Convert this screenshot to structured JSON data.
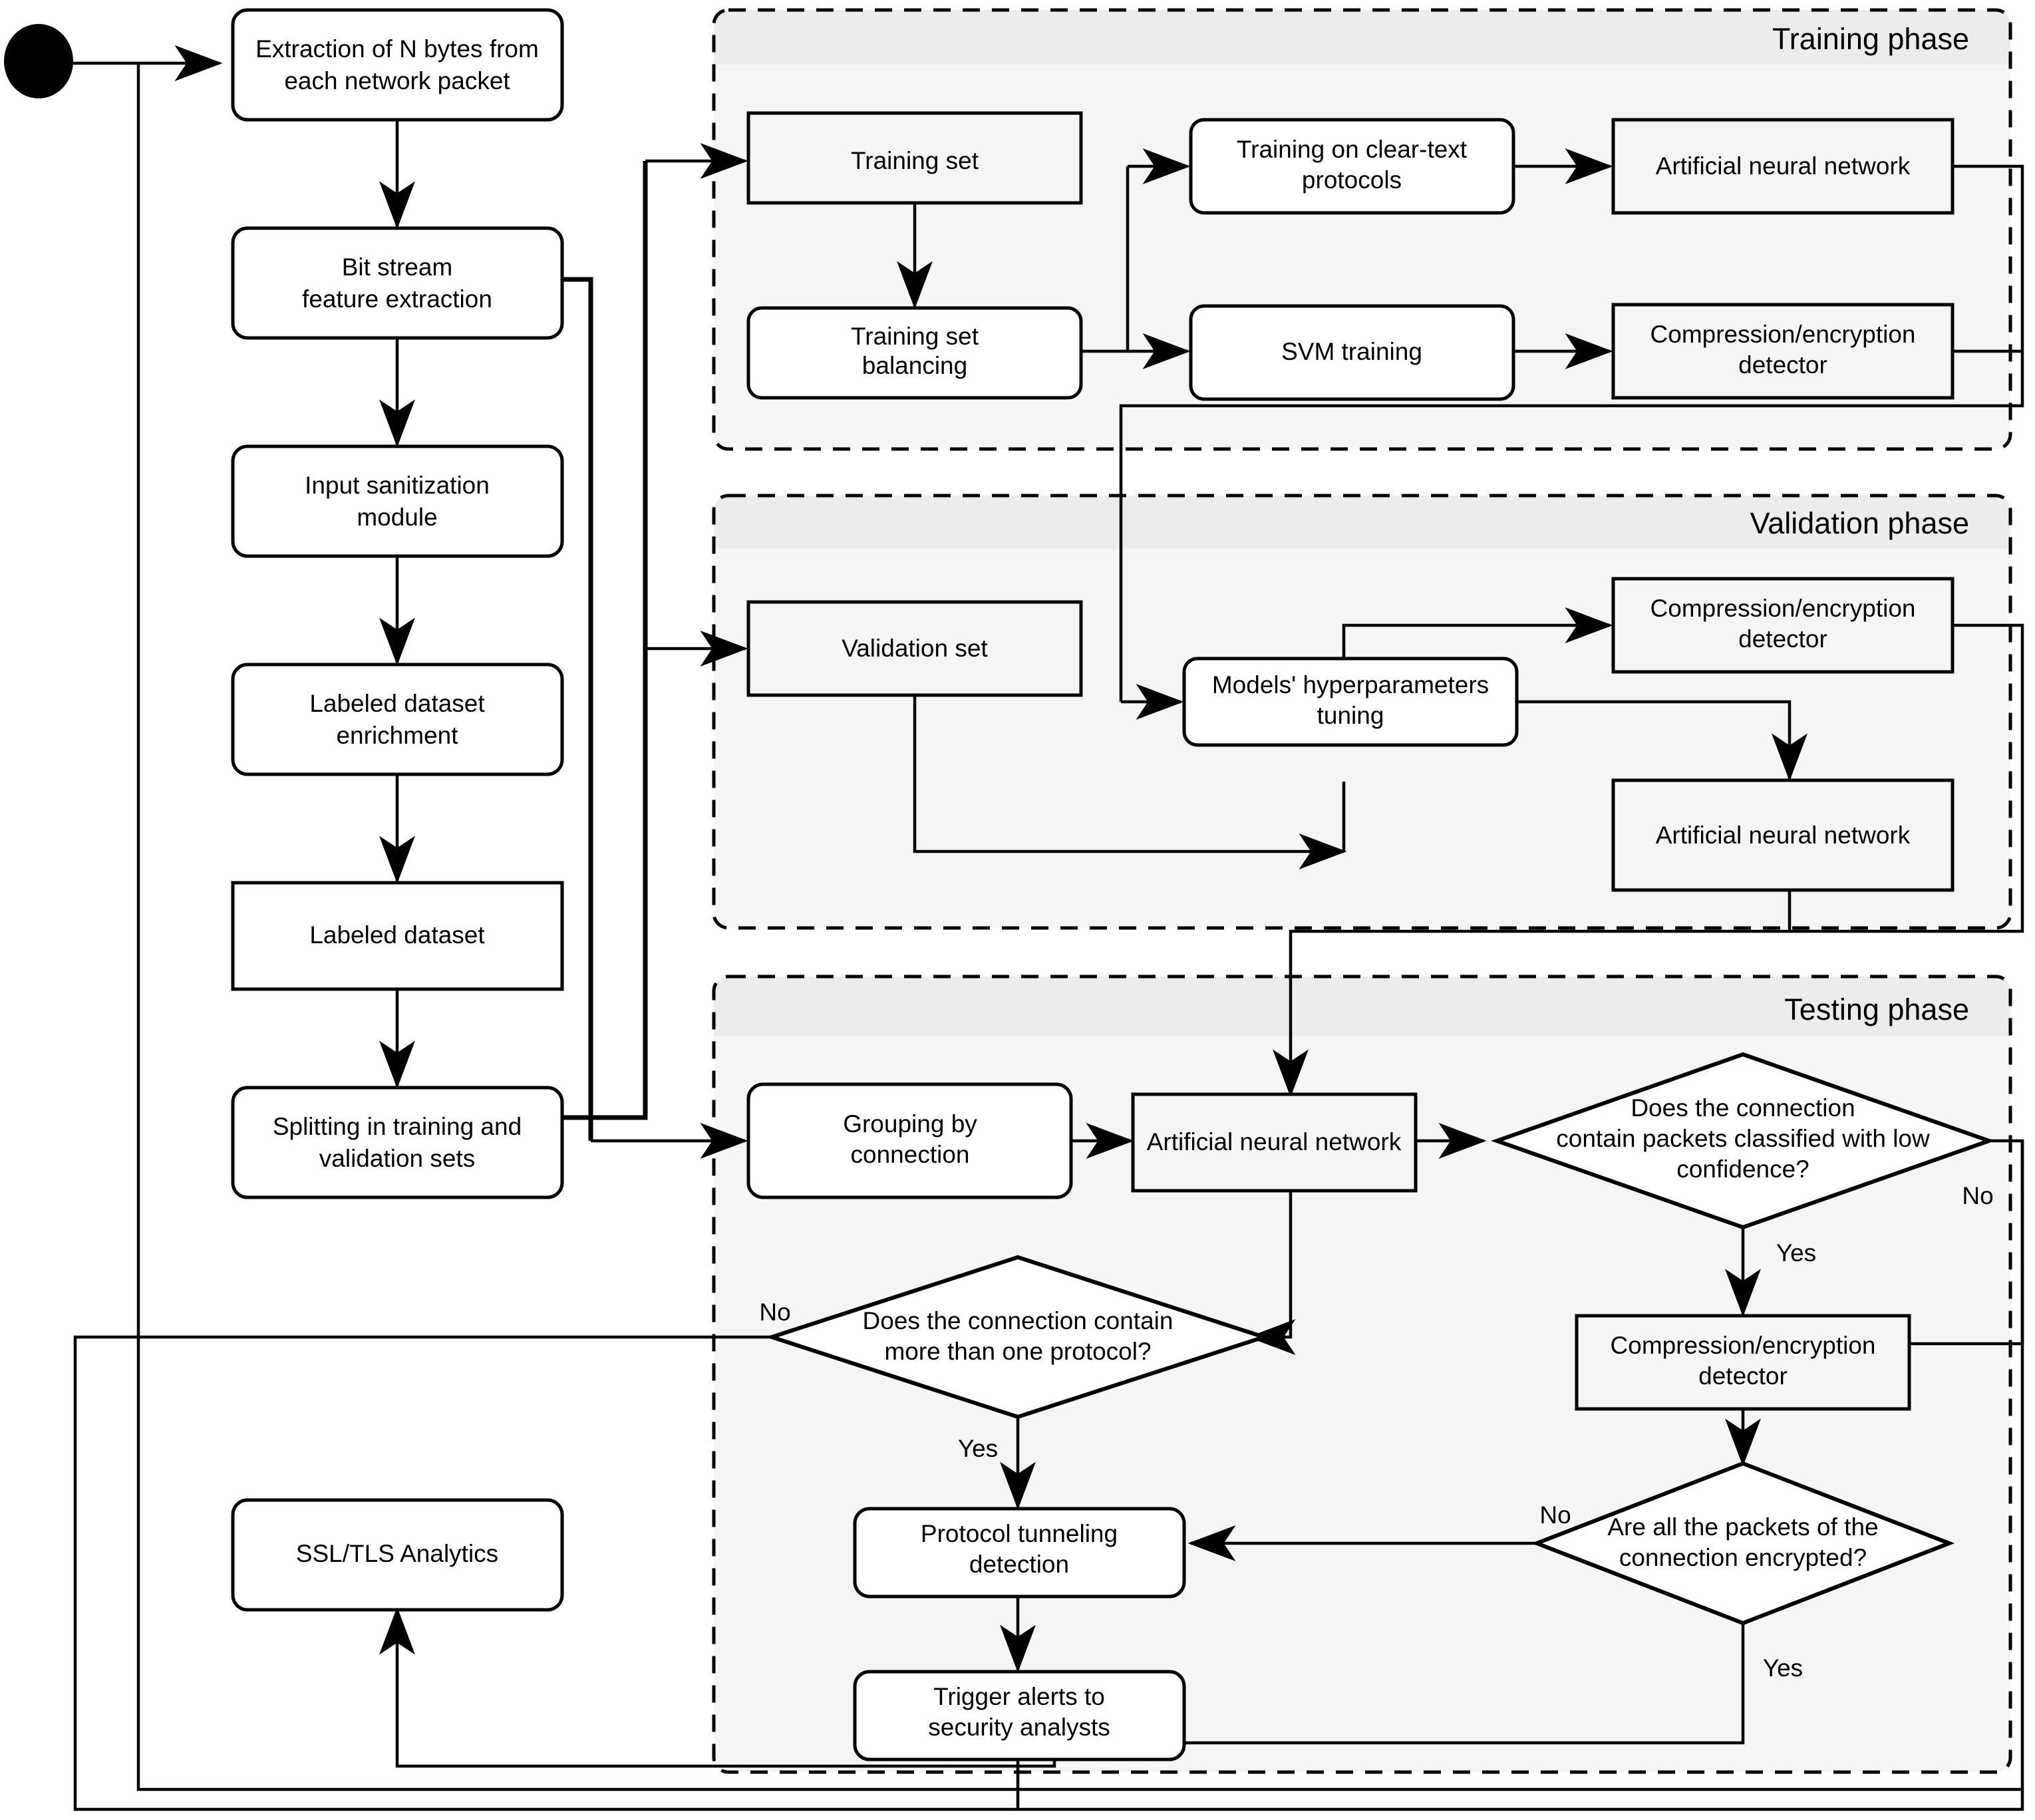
{
  "diagram": {
    "title": "Network traffic classification pipeline flowchart",
    "colors": {
      "stroke": "#000000",
      "node_fill": "#ffffff",
      "phase_band": "#ebeced",
      "phase_body": "#f4f6f6",
      "background": "#ffffff"
    }
  },
  "pipeline": {
    "start_node": "start",
    "steps": [
      {
        "id": "extraction",
        "label_lines": [
          "Extraction of N bytes from",
          "each network packet"
        ],
        "shape": "rounded"
      },
      {
        "id": "bitstream",
        "label_lines": [
          "Bit stream",
          "feature extraction"
        ],
        "shape": "rounded"
      },
      {
        "id": "sanitization",
        "label_lines": [
          "Input sanitization",
          "module"
        ],
        "shape": "rounded"
      },
      {
        "id": "enrichment",
        "label_lines": [
          "Labeled dataset",
          "enrichment"
        ],
        "shape": "rounded"
      },
      {
        "id": "dataset",
        "label_lines": [
          "Labeled  dataset"
        ],
        "shape": "rect"
      },
      {
        "id": "splitting",
        "label_lines": [
          "Splitting in training and",
          "validation sets"
        ],
        "shape": "rounded"
      },
      {
        "id": "ssltls",
        "label_lines": [
          "SSL/TLS Analytics"
        ],
        "shape": "rounded"
      }
    ]
  },
  "phases": [
    {
      "id": "training",
      "title": "Training phase",
      "nodes": [
        {
          "id": "training-set",
          "label_lines": [
            "Training set"
          ],
          "shape": "rect"
        },
        {
          "id": "training-balancing",
          "label_lines": [
            "Training set",
            "balancing"
          ],
          "shape": "rounded"
        },
        {
          "id": "training-cleartext",
          "label_lines": [
            "Training on clear-text",
            "protocols"
          ],
          "shape": "rounded"
        },
        {
          "id": "svm-training",
          "label_lines": [
            "SVM training"
          ],
          "shape": "rounded"
        },
        {
          "id": "training-ann",
          "label_lines": [
            "Artificial neural network"
          ],
          "shape": "rect"
        },
        {
          "id": "training-compdet",
          "label_lines": [
            "Compression/encryption",
            "detector"
          ],
          "shape": "rect"
        }
      ]
    },
    {
      "id": "validation",
      "title": "Validation phase",
      "nodes": [
        {
          "id": "validation-set",
          "label_lines": [
            "Validation set"
          ],
          "shape": "rect"
        },
        {
          "id": "hyperparams",
          "label_lines": [
            "Models' hyperparameters",
            "tuning"
          ],
          "shape": "rounded"
        },
        {
          "id": "validation-compdet",
          "label_lines": [
            "Compression/encryption",
            "detector"
          ],
          "shape": "rect"
        },
        {
          "id": "validation-ann",
          "label_lines": [
            "Artificial neural network"
          ],
          "shape": "rect"
        }
      ]
    },
    {
      "id": "testing",
      "title": "Testing phase",
      "nodes": [
        {
          "id": "grouping",
          "label_lines": [
            "Grouping by",
            "connection"
          ],
          "shape": "rounded"
        },
        {
          "id": "testing-ann",
          "label_lines": [
            "Artificial neural network"
          ],
          "shape": "rect"
        },
        {
          "id": "testing-compdet",
          "label_lines": [
            "Compression/encryption",
            "detector"
          ],
          "shape": "rect"
        },
        {
          "id": "tunneling",
          "label_lines": [
            "Protocol tunneling",
            "detection"
          ],
          "shape": "rounded"
        },
        {
          "id": "alerts",
          "label_lines": [
            "Trigger alerts to",
            "security analysts"
          ],
          "shape": "rounded"
        }
      ],
      "decisions": [
        {
          "id": "low-confidence",
          "label_lines": [
            "Does the connection",
            "contain packets classified with low",
            "confidence?"
          ],
          "yes_label": "Yes",
          "no_label": "No"
        },
        {
          "id": "multi-protocol",
          "label_lines": [
            "Does the connection contain",
            "more than one protocol?"
          ],
          "yes_label": "Yes",
          "no_label": "No"
        },
        {
          "id": "all-encrypted",
          "label_lines": [
            "Are all the packets of the",
            "connection encrypted?"
          ],
          "yes_label": "Yes",
          "no_label": "No"
        }
      ]
    }
  ],
  "edge_labels": {
    "low_confidence_yes": "Yes",
    "low_confidence_no": "No",
    "multi_protocol_yes": "Yes",
    "multi_protocol_no": "No",
    "all_encrypted_yes": "Yes",
    "all_encrypted_no": "No"
  }
}
